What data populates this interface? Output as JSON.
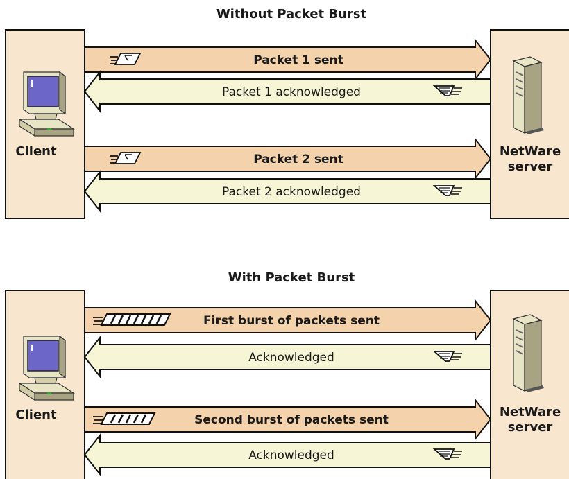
{
  "colors": {
    "endpoint_fill": "#f8e6cf",
    "sent_arrow_fill": "#f4d3ac",
    "ack_arrow_fill": "#f6f6d7",
    "stroke": "#111111",
    "screen": "#6b66c8"
  },
  "panels": [
    {
      "title": "Without Packet Burst",
      "client_label": "Client",
      "server_label_line1": "NetWare",
      "server_label_line2": "server",
      "exchanges": [
        {
          "sent_label": "Packet 1 sent",
          "ack_label": "Packet 1 acknowledged",
          "packet_count": 1
        },
        {
          "sent_label": "Packet 2 sent",
          "ack_label": "Packet 2 acknowledged",
          "packet_count": 1
        }
      ]
    },
    {
      "title": "With Packet Burst",
      "client_label": "Client",
      "server_label_line1": "NetWare",
      "server_label_line2": "server",
      "exchanges": [
        {
          "sent_label": "First burst of packets sent",
          "ack_label": "Acknowledged",
          "packet_count": 7
        },
        {
          "sent_label": "Second burst of packets sent",
          "ack_label": "Acknowledged",
          "packet_count": 5
        }
      ]
    }
  ]
}
